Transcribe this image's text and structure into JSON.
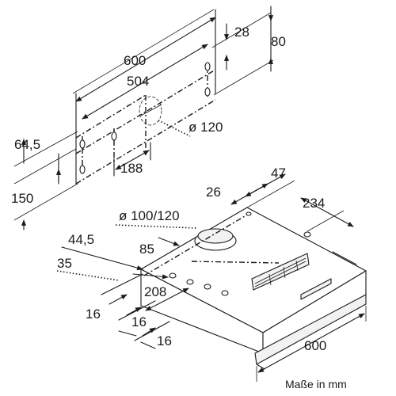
{
  "top_view": {
    "width_total": "600",
    "hole_spacing": "504",
    "offset_28": "28",
    "offset_80": "80",
    "height_64_5": "64,5",
    "height_150": "150",
    "dist_188": "188",
    "duct_diameter": "ø 120"
  },
  "iso_view": {
    "dim_47": "47",
    "dim_26": "26",
    "depth_234": "234",
    "outlet_diameter": "ø 100/120",
    "dim_44_5": "44,5",
    "dim_85": "85",
    "dim_35": "35",
    "dim_208": "208",
    "dim_16_a": "16",
    "dim_16_b": "16",
    "dim_16_c": "16",
    "width_600": "600"
  },
  "caption": "Maße in mm"
}
